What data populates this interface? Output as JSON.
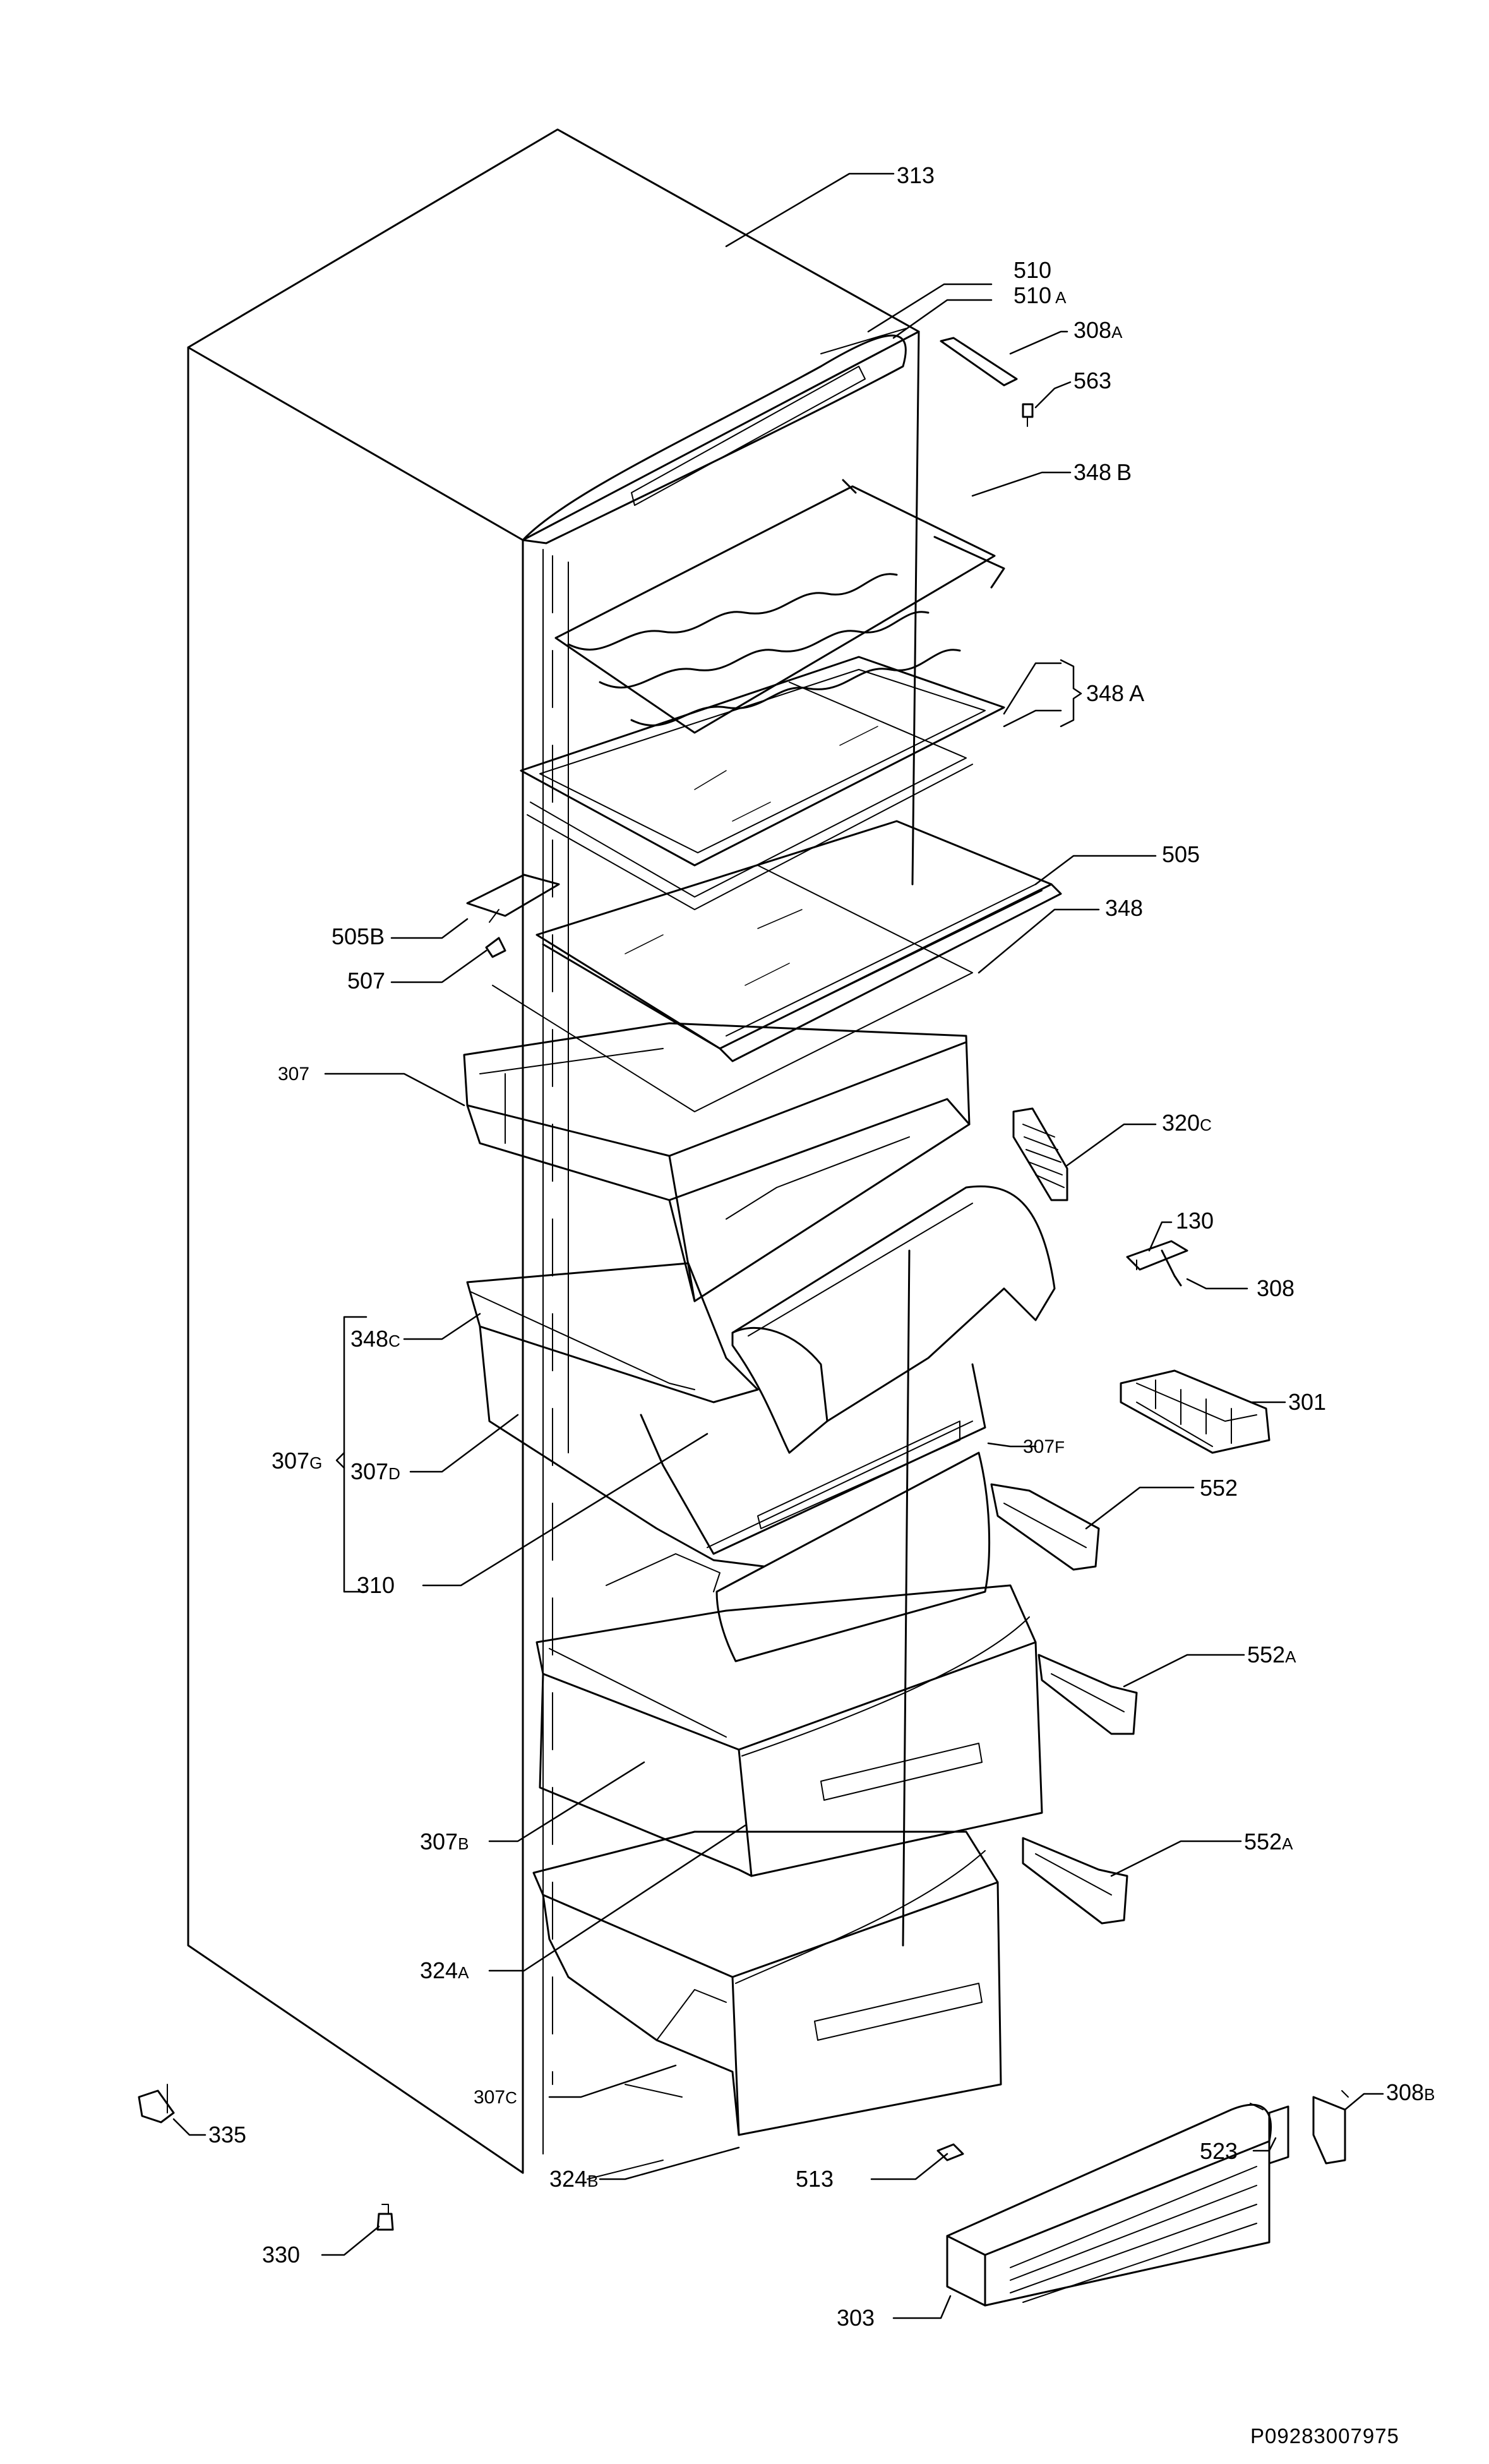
{
  "diagram": {
    "drawing_number": "P09283007975",
    "callouts": {
      "c313": {
        "num": "313",
        "suf": ""
      },
      "c510": {
        "num": "510",
        "suf": ""
      },
      "c510a": {
        "num": "510",
        "suf": "A"
      },
      "c308a": {
        "num": "308",
        "suf": "A"
      },
      "c563": {
        "num": "563",
        "suf": ""
      },
      "c348b": {
        "num": "348",
        "suf": "B"
      },
      "c348a": {
        "num": "348",
        "suf": "A"
      },
      "c505": {
        "num": "505",
        "suf": ""
      },
      "c505b": {
        "num": "505",
        "suf": "B"
      },
      "c348": {
        "num": "348",
        "suf": ""
      },
      "c507": {
        "num": "507",
        "suf": ""
      },
      "c307": {
        "num": "307",
        "suf": ""
      },
      "c320c": {
        "num": "320",
        "suf": "C"
      },
      "c130": {
        "num": "130",
        "suf": ""
      },
      "c308": {
        "num": "308",
        "suf": ""
      },
      "c348c": {
        "num": "348",
        "suf": "C"
      },
      "c301": {
        "num": "301",
        "suf": ""
      },
      "c307g": {
        "num": "307",
        "suf": "G"
      },
      "c307d": {
        "num": "307",
        "suf": "D"
      },
      "c307f": {
        "num": "307",
        "suf": "F"
      },
      "c552": {
        "num": "552",
        "suf": ""
      },
      "c310": {
        "num": "310",
        "suf": ""
      },
      "c552a1": {
        "num": "552",
        "suf": "A"
      },
      "c307b": {
        "num": "307",
        "suf": "B"
      },
      "c552a2": {
        "num": "552",
        "suf": "A"
      },
      "c324a": {
        "num": "324",
        "suf": "A"
      },
      "c307c": {
        "num": "307",
        "suf": "C"
      },
      "c335": {
        "num": "335",
        "suf": ""
      },
      "c308b": {
        "num": "308",
        "suf": "B"
      },
      "c523": {
        "num": "523",
        "suf": ""
      },
      "c324b": {
        "num": "324",
        "suf": "B"
      },
      "c513": {
        "num": "513",
        "suf": ""
      },
      "c303": {
        "num": "303",
        "suf": ""
      },
      "c330": {
        "num": "330",
        "suf": ""
      }
    }
  }
}
